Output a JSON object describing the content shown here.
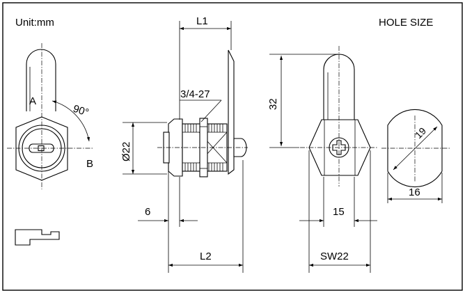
{
  "header": {
    "unit": "Unit:mm",
    "hole_size": "HOLE SIZE"
  },
  "front_view": {
    "label_a": "A",
    "label_b": "B",
    "angle": "90°"
  },
  "side_view": {
    "thread": "3/4-27",
    "dim_l1": "L1",
    "dim_l2": "L2",
    "dim_diameter": "Ø22",
    "dim_6": "6"
  },
  "rear_view": {
    "dim_32": "32",
    "dim_15": "15",
    "dim_sw": "SW22"
  },
  "hole_view": {
    "dim_19": "19",
    "dim_16": "16"
  }
}
